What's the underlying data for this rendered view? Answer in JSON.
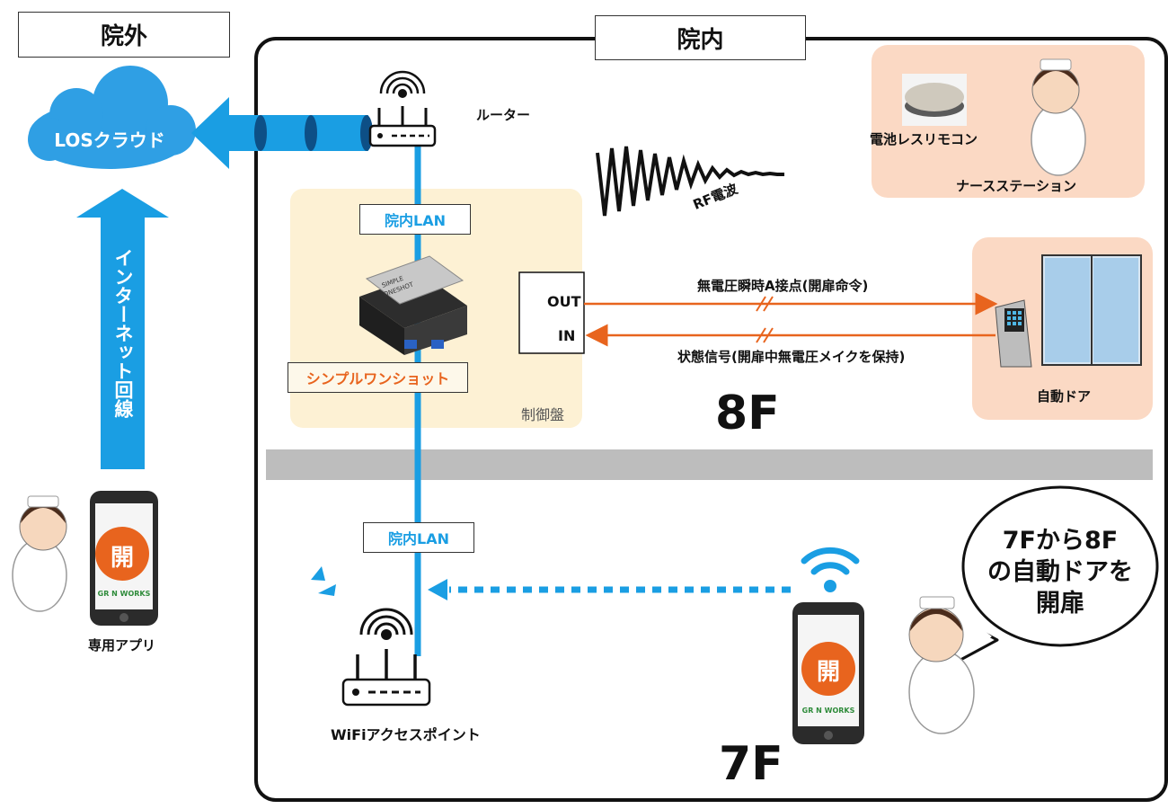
{
  "zones": {
    "outside": "院外",
    "inside": "院内"
  },
  "cloud": {
    "label": "LOSクラウド"
  },
  "internet": {
    "label": "インターネット回線"
  },
  "router": {
    "label": "ルーター"
  },
  "rf": {
    "label": "RF電波"
  },
  "remote": {
    "label": "電池レスリモコン"
  },
  "nurse_station": {
    "label": "ナースステーション"
  },
  "lan": {
    "label_8f": "院内LAN",
    "label_7f": "院内LAN"
  },
  "device": {
    "label": "シンプルワンショット",
    "brand_line1": "SIMPLE",
    "brand_line2": "ONESHOT"
  },
  "control_panel": {
    "label": "制御盤"
  },
  "io": {
    "out": "OUT",
    "in": "IN"
  },
  "signals": {
    "out_signal": "無電圧瞬時A接点(開扉命令)",
    "in_signal": "状態信号(開扉中無電圧メイクを保持)"
  },
  "auto_door": {
    "label": "自動ドア"
  },
  "floors": {
    "upper": "8F",
    "lower": "7F"
  },
  "app": {
    "label": "専用アプリ",
    "button": "開",
    "brand": "GR  N WORKS"
  },
  "wifi_ap": {
    "label": "WiFiアクセスポイント"
  },
  "speech": {
    "line1": "7Fから8F",
    "line2": "の自動ドアを",
    "line3": "開扉"
  },
  "colors": {
    "blue": "#1a9ee3",
    "orange": "#e8641e",
    "panel": "#fdf1d4",
    "peach": "#fbd9c4",
    "floor_bar": "#bdbdbd"
  }
}
